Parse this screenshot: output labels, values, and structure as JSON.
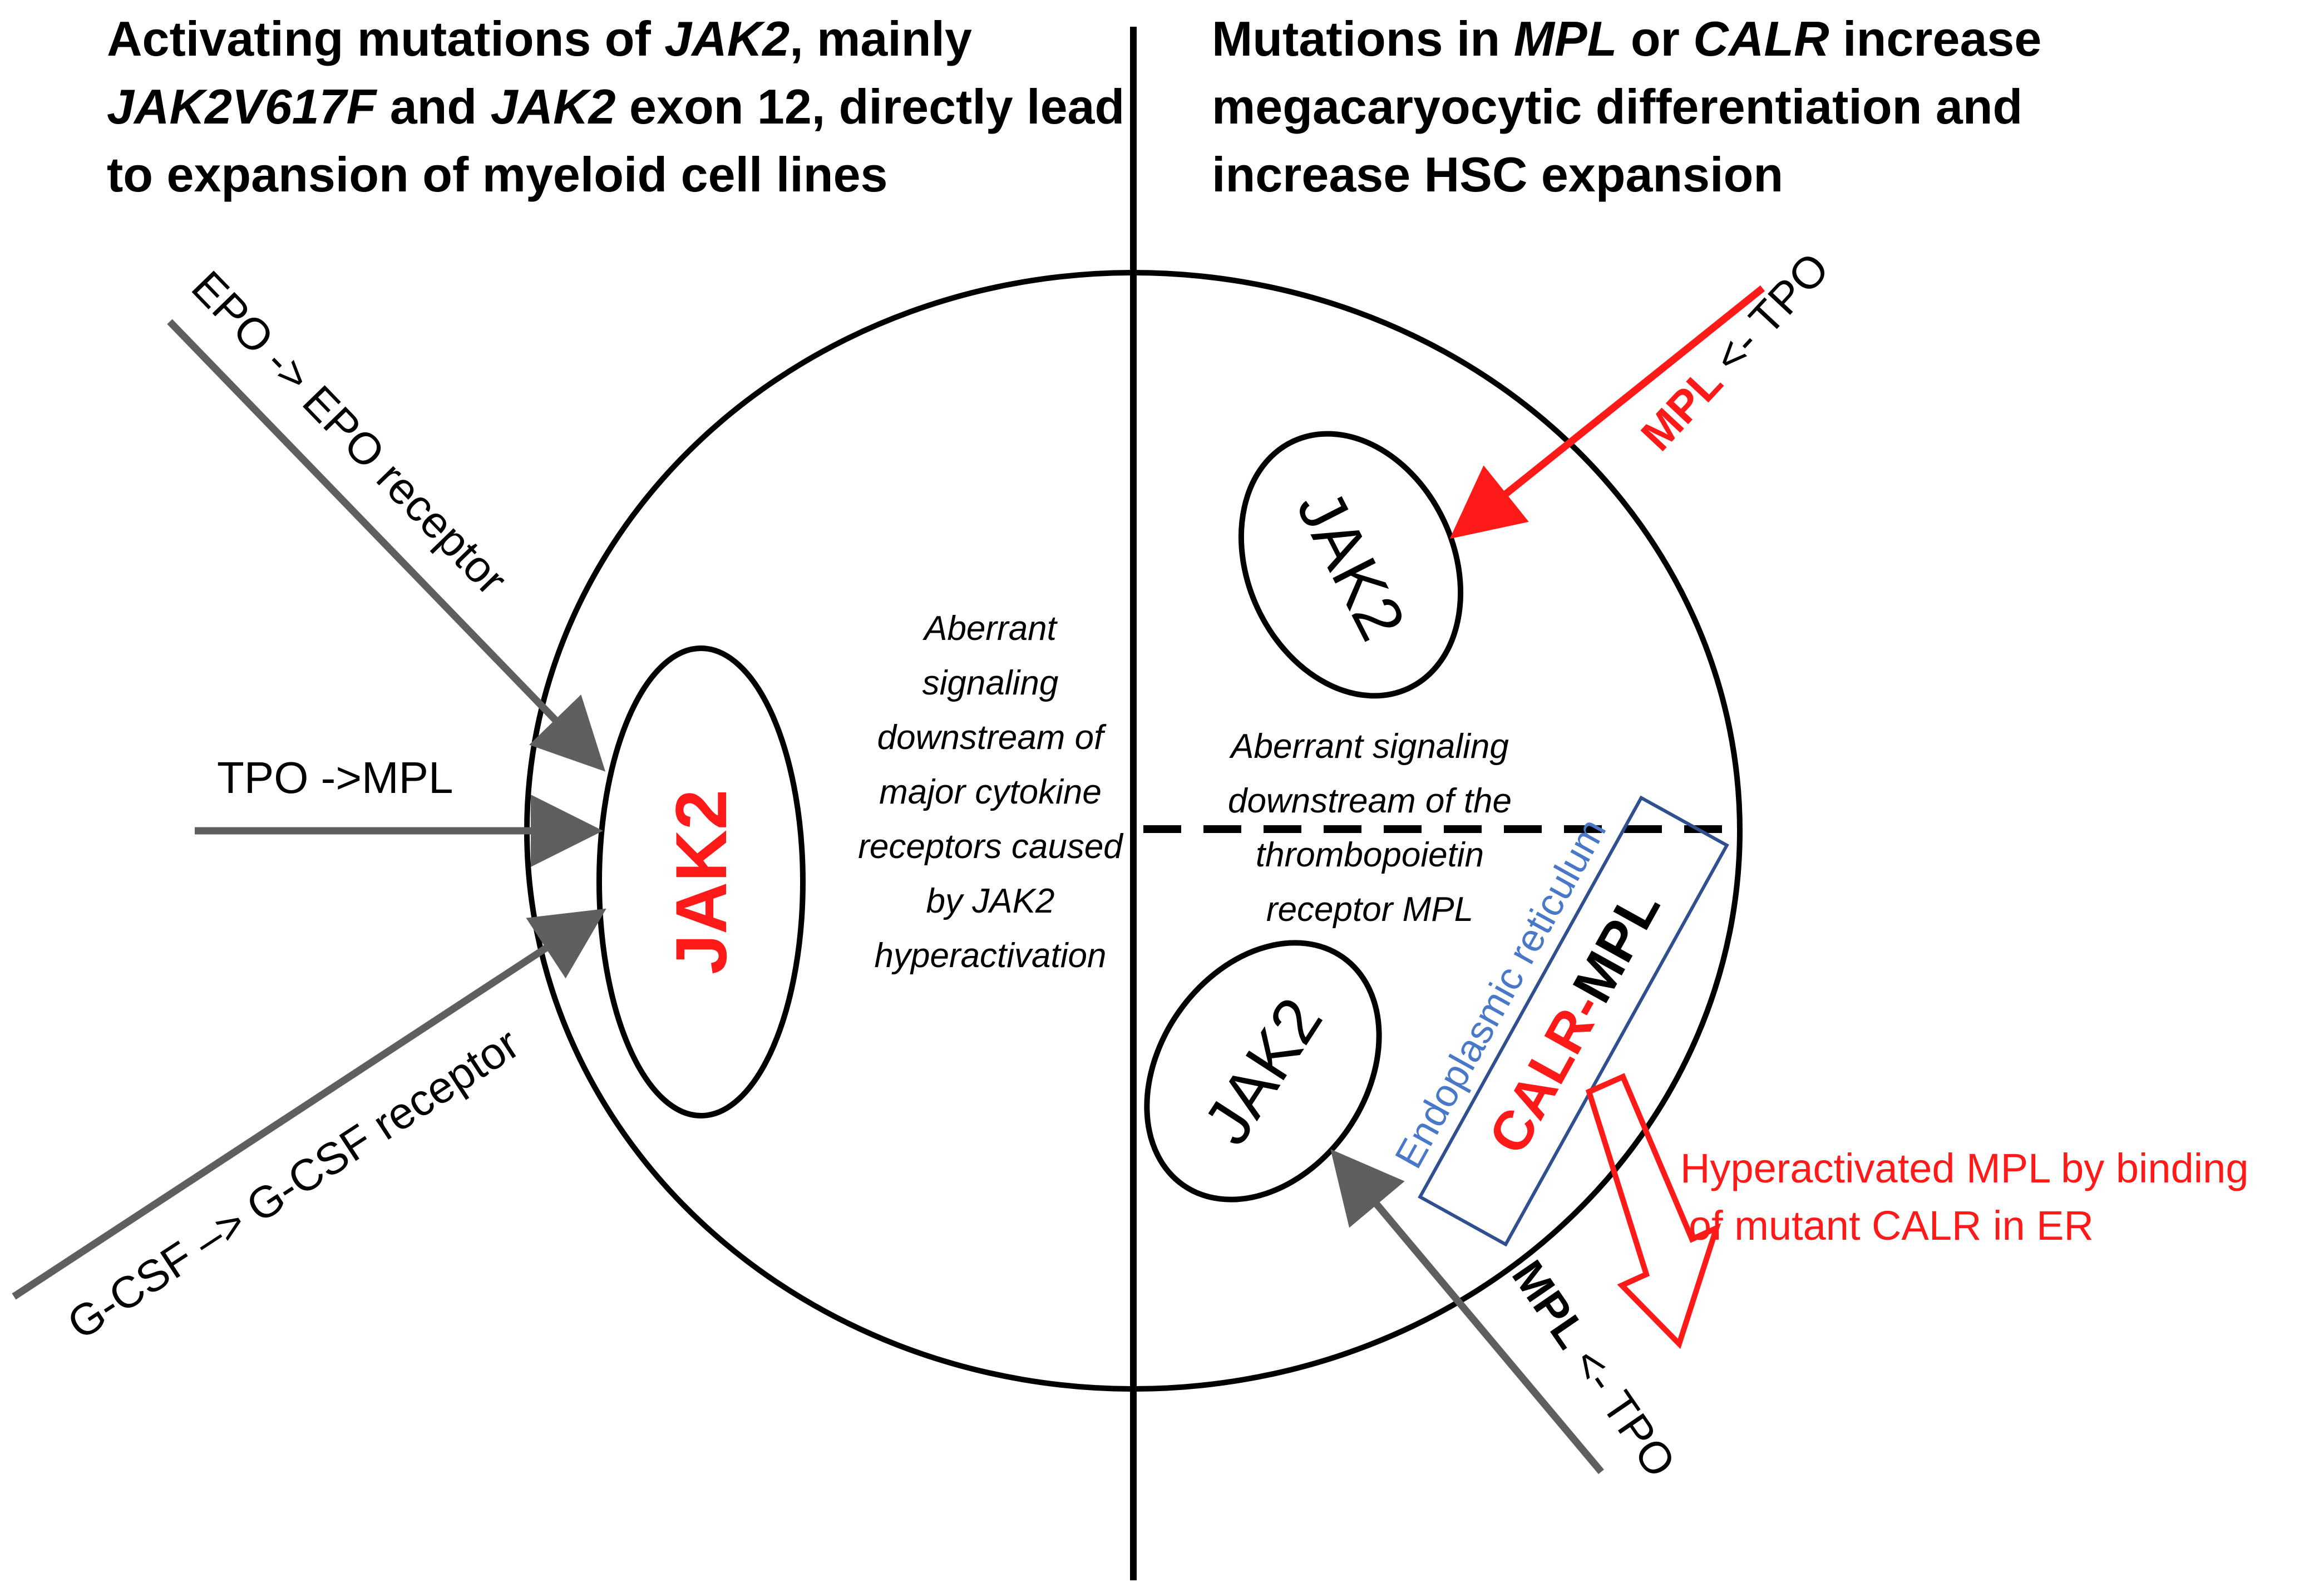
{
  "colors": {
    "ink": "#000000",
    "arrow_gray": "#5f5f5f",
    "mutation_red": "#ff1a1a",
    "er_blue": "#2f4f8f",
    "er_label_blue": "#4a78c8"
  },
  "left_heading": {
    "line1_a": "Activating mutations of ",
    "line1_b": "JAK2",
    "line1_c": ", mainly",
    "line2_a": "JAK2V617F",
    "line2_b": " and ",
    "line2_c": "JAK2",
    "line2_d": " exon 12, directly lead",
    "line3": "to expansion of myeloid cell lines"
  },
  "right_heading": {
    "line1_a": "Mutations in ",
    "line1_b": "MPL",
    "line1_c": " or ",
    "line1_d": "CALR",
    "line1_e": " increase",
    "line2": "megacaryocytic differentiation and",
    "line3": "increase HSC expansion"
  },
  "left_arrows": {
    "epo": "EPO -> EPO receptor",
    "tpo": "TPO ->MPL",
    "gcsf": "G-CSF –> G-CSF receptor"
  },
  "left_jak2": "JAK2",
  "left_note": [
    "Aberrant",
    "signaling",
    "downstream of",
    "major cytokine",
    "receptors caused",
    "by JAK2",
    "hyperactivation"
  ],
  "right_top": {
    "jak2": "JAK2",
    "mpl": "MPL",
    "tpo": " <- TPO"
  },
  "right_note": [
    "Aberrant signaling",
    "downstream of the",
    "thrombopoietin",
    "receptor MPL"
  ],
  "right_bottom": {
    "jak2": "JAK2",
    "er_label": "Endoplasmic reticulum",
    "calr": "CALR-",
    "mpl": "MPL",
    "hyper_line1": "Hyperactivated MPL by binding",
    "hyper_line2": "of mutant CALR in ER",
    "mpl_lower": "MPL",
    "tpo_lower": " <- TPO"
  }
}
